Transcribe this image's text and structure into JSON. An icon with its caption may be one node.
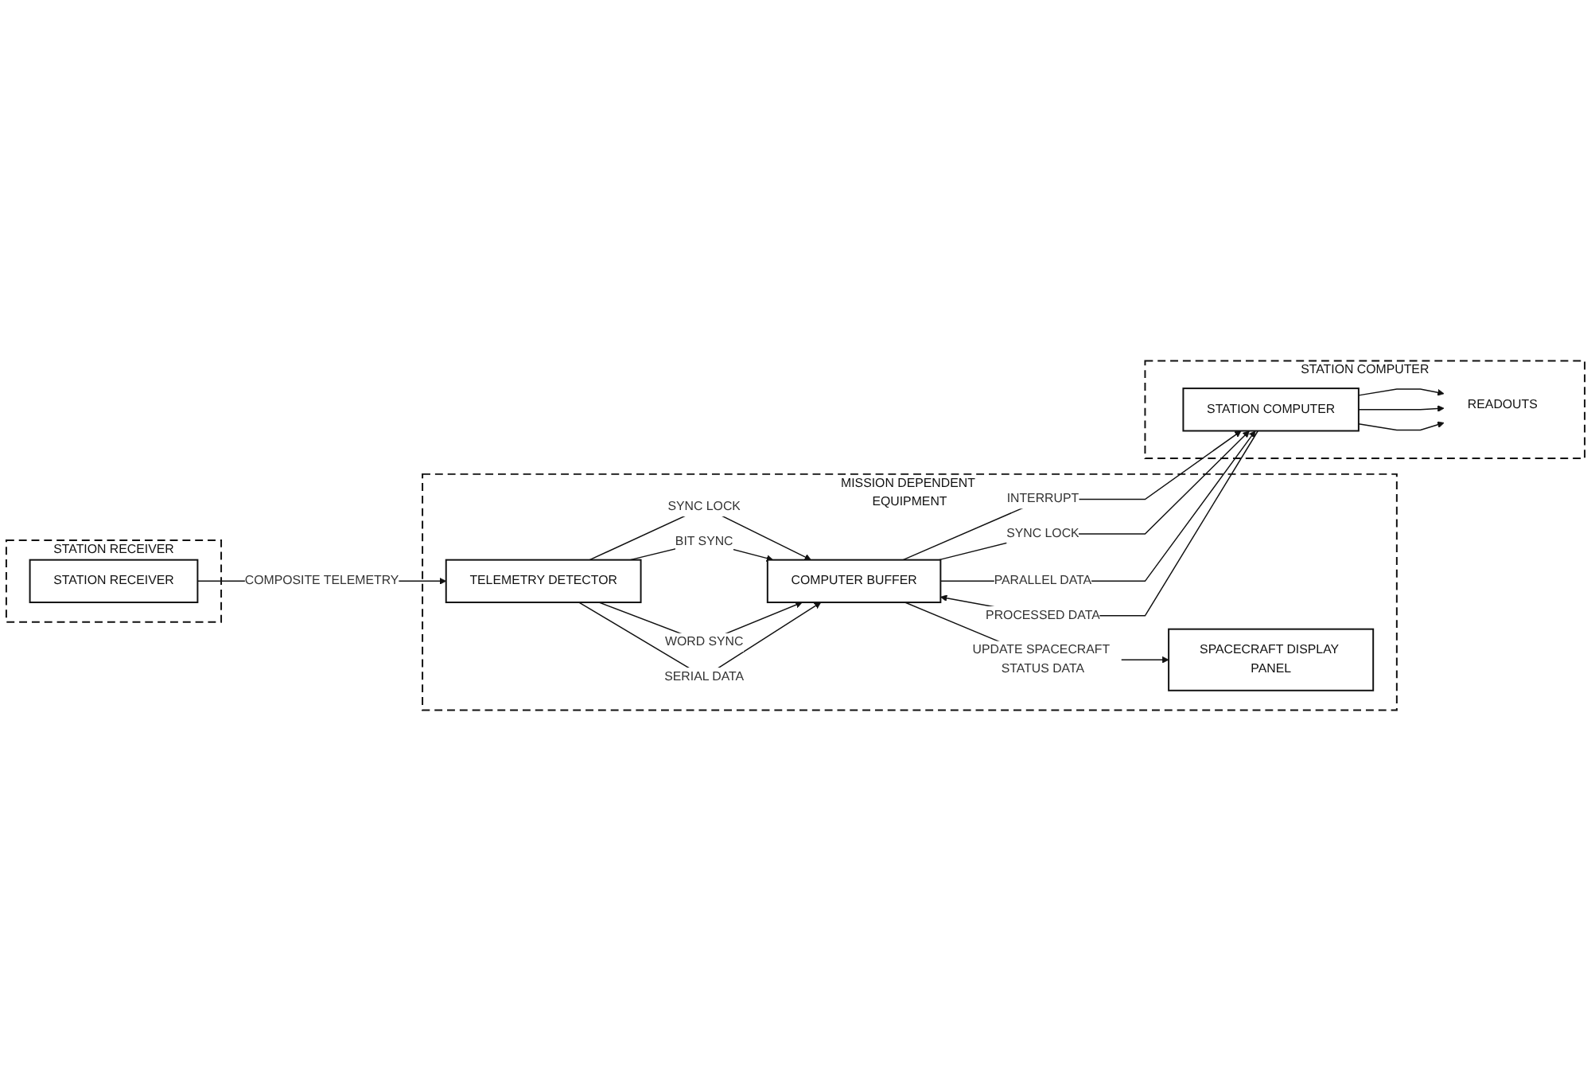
{
  "diagram": {
    "nodes": [
      {
        "text": [
          "STATION RECEIVER"
        ]
      },
      {
        "text": [
          "MISSION DEPENDENT EQUIPMENT"
        ]
      },
      {
        "text": [
          "STATION COMPUTER"
        ]
      },
      {
        "text": [
          "STATION RECEIVER"
        ],
        "in": 0
      },
      {
        "text": [
          "SPACECRAFT DISPLAY PANEL"
        ],
        "in": 1
      },
      {
        "text": [
          "TELEMETRY DETECTOR"
        ],
        "in": 1
      },
      {
        "text": [
          "COMPUTER BUFFER"
        ],
        "in": 1
      },
      {
        "text": [
          "READOUTS"
        ],
        "in": 2
      },
      {
        "text": [
          "STATION COMPUTER"
        ],
        "in": 2
      }
    ],
    "edges": [
      {
        "from": 3,
        "to": 5,
        "arrow": "to",
        "label": "COMPOSITE TELEMETRY"
      },
      {
        "from": 6,
        "to": 4,
        "arrow": "to",
        "label": "UPDATE SPACECRAFT STATUS DATA"
      },
      {
        "from": 5,
        "to": 6,
        "arrow": "to",
        "label": "SYNC LOCK"
      },
      {
        "from": 5,
        "to": 6,
        "arrow": "to",
        "label": "BIT SYNC"
      },
      {
        "from": 5,
        "to": 6,
        "arrow": "to",
        "label": "WORD SYNC"
      },
      {
        "from": 5,
        "to": 6,
        "arrow": "to",
        "label": "SERIAL DATA"
      },
      {
        "from": 8,
        "to": 6,
        "arrow": "to",
        "label": "PROCESSED DATA"
      },
      {
        "from": 6,
        "to": 8,
        "arrow": "to",
        "label": "INTERRUPT"
      },
      {
        "from": 6,
        "to": 8,
        "arrow": "to",
        "label": "SYNC LOCK"
      },
      {
        "from": 6,
        "to": 8,
        "arrow": "to",
        "label": "PARALLEL DATA"
      },
      {
        "from": 8,
        "to": 7,
        "arrow": "to"
      },
      {
        "from": 8,
        "to": 7,
        "arrow": "to"
      },
      {
        "from": 8,
        "to": 7,
        "arrow": "to"
      }
    ]
  }
}
